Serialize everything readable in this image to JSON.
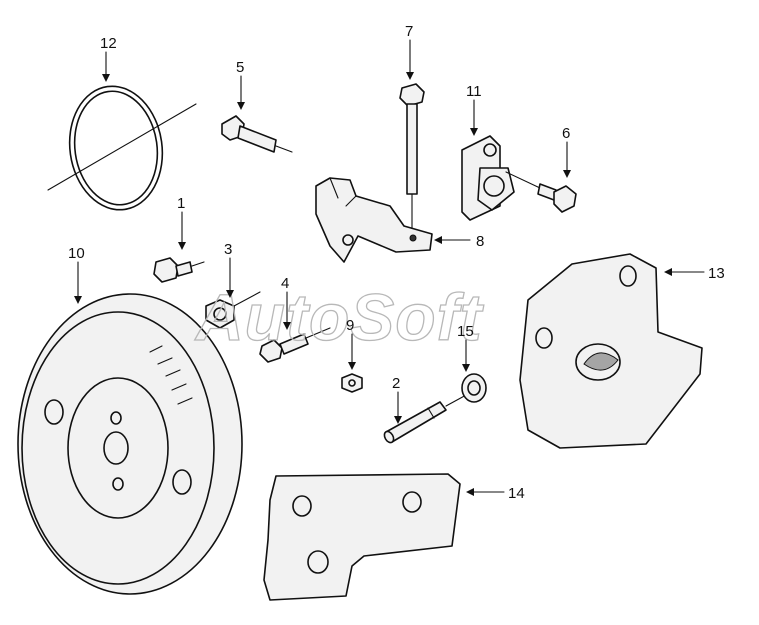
{
  "watermark": "AutoSoft",
  "callouts": {
    "c1": "1",
    "c2": "2",
    "c3": "3",
    "c4": "4",
    "c5": "5",
    "c6": "6",
    "c7": "7",
    "c8": "8",
    "c9": "9",
    "c10": "10",
    "c11": "11",
    "c12": "12",
    "c13": "13",
    "c14": "14",
    "c15": "15"
  }
}
